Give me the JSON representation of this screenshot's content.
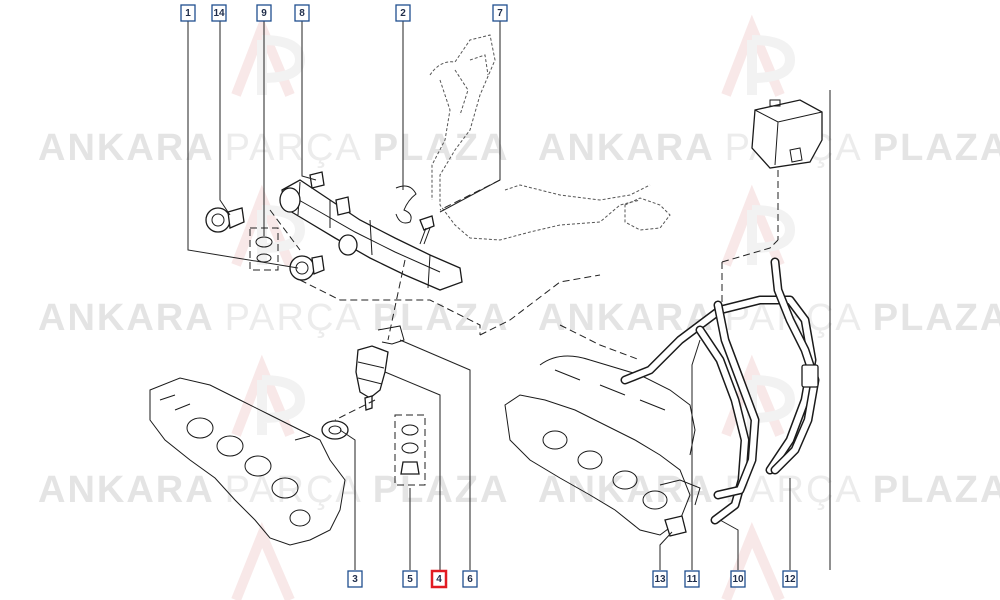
{
  "watermark": {
    "bold_word": "ANKARA",
    "light_word": "PARÇA",
    "bold_word_2": "PLAZA",
    "logo_letters": "AP"
  },
  "callouts": [
    {
      "label": "1",
      "highlighted": false
    },
    {
      "label": "14",
      "highlighted": false
    },
    {
      "label": "9",
      "highlighted": false
    },
    {
      "label": "8",
      "highlighted": false
    },
    {
      "label": "2",
      "highlighted": false
    },
    {
      "label": "7",
      "highlighted": false
    },
    {
      "label": "3",
      "highlighted": false
    },
    {
      "label": "5",
      "highlighted": false
    },
    {
      "label": "4",
      "highlighted": true
    },
    {
      "label": "6",
      "highlighted": false
    },
    {
      "label": "13",
      "highlighted": false
    },
    {
      "label": "11",
      "highlighted": false
    },
    {
      "label": "10",
      "highlighted": false
    },
    {
      "label": "12",
      "highlighted": false
    }
  ],
  "colors": {
    "callout_border": "#1f4f8f",
    "highlight_border": "#e11b22",
    "logo_red": "#f3d6d6"
  }
}
